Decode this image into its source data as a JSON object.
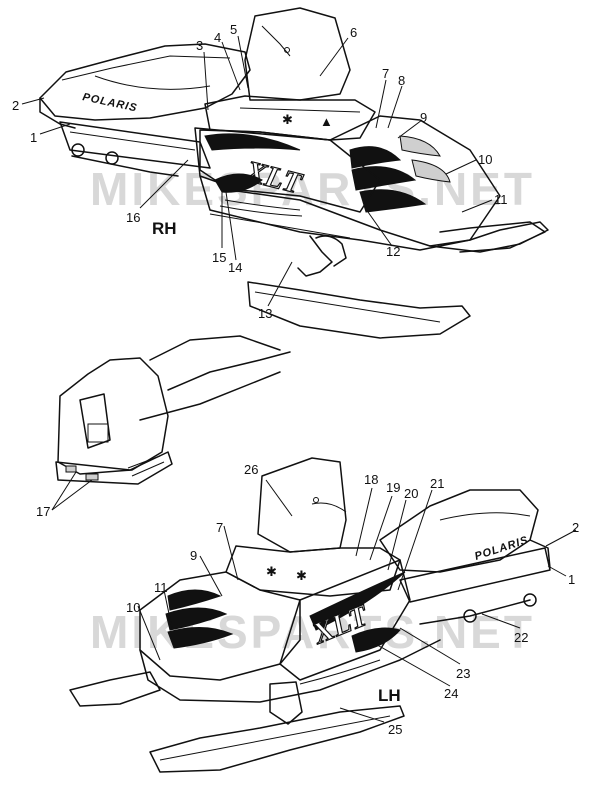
{
  "watermark": "MIKESPARTS.NET",
  "side_labels": {
    "right": "RH",
    "left": "LH"
  },
  "decal_text": {
    "brand": "POLARIS",
    "model": "XLT"
  },
  "callouts": [
    "1",
    "2",
    "3",
    "4",
    "5",
    "6",
    "7",
    "8",
    "9",
    "10",
    "11",
    "12",
    "13",
    "14",
    "15",
    "16",
    "17",
    "18",
    "19",
    "20",
    "21",
    "22",
    "23",
    "24",
    "25",
    "26"
  ]
}
